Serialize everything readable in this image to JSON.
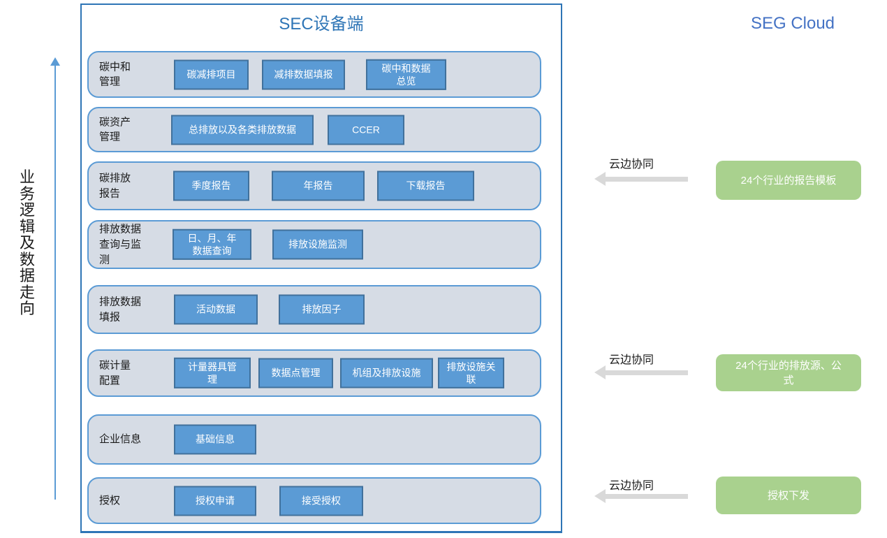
{
  "colors": {
    "button_fill": "#5B9BD5",
    "button_border": "#41719C",
    "row_fill": "#D6DCE5",
    "row_border": "#5B9BD5",
    "device_panel_border": "#2E75B6",
    "device_title_text": "#2E75B6",
    "cloud_title_text": "#4472C4",
    "cloud_box_fill": "#A9D18E",
    "sync_arrow_gray": "#D9D9D9",
    "flow_arrow_blue": "#5B9BD5"
  },
  "left_flow": {
    "label": "业务逻辑及数据走向"
  },
  "device_panel": {
    "title": "SEC设备端",
    "rows": [
      {
        "label": "碳中和\n管理",
        "buttons": [
          "碳减排项目",
          "减排数据填报",
          "碳中和数据\n总览"
        ]
      },
      {
        "label": "碳资产\n管理",
        "buttons": [
          "总排放以及各类排放数据",
          "CCER"
        ]
      },
      {
        "label": "碳排放\n报告",
        "buttons": [
          "季度报告",
          "年报告",
          "下载报告"
        ]
      },
      {
        "label": "排放数据\n查询与监\n测",
        "buttons": [
          "日、月、年\n数据查询",
          "排放设施监测"
        ]
      },
      {
        "label": "排放数据\n填报",
        "buttons": [
          "活动数据",
          "排放因子"
        ]
      },
      {
        "label": "碳计量\n配置",
        "buttons": [
          "计量器具管\n理",
          "数据点管理",
          "机组及排放设施",
          "排放设施关\n联"
        ]
      },
      {
        "label": "企业信息",
        "buttons": [
          "基础信息"
        ]
      },
      {
        "label": "授权",
        "buttons": [
          "授权申请",
          "接受授权"
        ]
      }
    ]
  },
  "cloud_panel": {
    "title": "SEG Cloud",
    "links": [
      {
        "arrow_label": "云边协同",
        "box_label": "24个行业的报告模板"
      },
      {
        "arrow_label": "云边协同",
        "box_label": "24个行业的排放源、公\n式"
      },
      {
        "arrow_label": "云边协同",
        "box_label": "授权下发"
      }
    ]
  }
}
